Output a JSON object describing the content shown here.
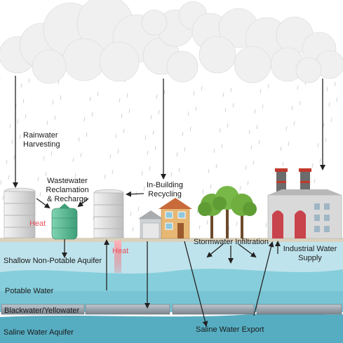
{
  "labels": {
    "rainwater_harvesting": [
      "Rainwater",
      "Harvesting"
    ],
    "wastewater_reclamation": [
      "Wastewater",
      "Reclamation",
      "& Recharge"
    ],
    "in_building_recycling": [
      "In-Building",
      "Recycling"
    ],
    "heat": "Heat",
    "stormwater_infiltration": "Stormwater Infiltration",
    "industrial_water_supply": [
      "Industrial Water",
      "Supply"
    ],
    "shallow_aquifer": "Shallow Non-Potable Aquifer",
    "potable_water": "Potable Water",
    "blackwater": "Blackwater/Yellowater",
    "saline_aquifer": "Saline Water Aquifer",
    "saline_export": "Saline Water Export"
  },
  "colors": {
    "cloud": "#f2f2f2",
    "rain": "#c9d3dd",
    "shallow_water": "#bfe3ec",
    "potable_water": "#7ec9d8",
    "pipe": "#9aa4ad",
    "saline_water": "#56adc2",
    "tree": "#6fae3f",
    "house_wall": "#e7b774",
    "roof": "#c86a3a",
    "factory": "#d9d9d9",
    "factory_door": "#d8434f",
    "heat": "#e8515c",
    "arrow": "#222222"
  }
}
